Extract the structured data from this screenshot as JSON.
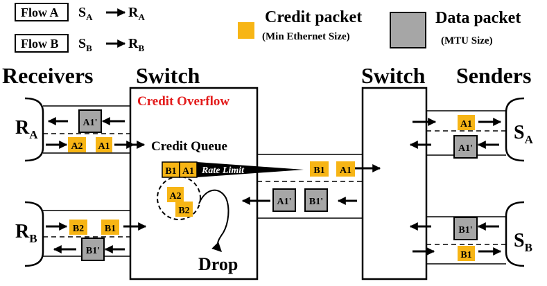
{
  "legend": {
    "flow_a": {
      "label": "Flow A",
      "src": "S",
      "src_sub": "A",
      "dst": "R",
      "dst_sub": "A"
    },
    "flow_b": {
      "label": "Flow B",
      "src": "S",
      "src_sub": "B",
      "dst": "R",
      "dst_sub": "B"
    },
    "credit": {
      "title": "Credit packet",
      "size": "(Min Ethernet Size)"
    },
    "data": {
      "title": "Data packet",
      "size": "(MTU Size)"
    }
  },
  "headings": {
    "receivers": "Receivers",
    "switch_left": "Switch",
    "switch_right": "Switch",
    "senders": "Senders"
  },
  "hosts": {
    "ra": {
      "main": "R",
      "sub": "A"
    },
    "rb": {
      "main": "R",
      "sub": "B"
    },
    "sa": {
      "main": "S",
      "sub": "A"
    },
    "sb": {
      "main": "S",
      "sub": "B"
    }
  },
  "labels": {
    "credit_overflow": "Credit Overflow",
    "credit_queue": "Credit Queue",
    "rate_limit": "Rate Limit",
    "drop": "Drop"
  },
  "packets": {
    "ra_data": "A1'",
    "ra_credit_1": "A2",
    "ra_credit_2": "A1",
    "queue_1": "B1",
    "queue_2": "A1",
    "dropped_1": "A2",
    "dropped_2": "B2",
    "mid_credit_1": "B1",
    "mid_credit_2": "A1",
    "mid_data_1": "A1'",
    "mid_data_2": "B1'",
    "rb_credit_1": "B2",
    "rb_credit_2": "B1",
    "rb_data": "B1'",
    "sa_credit": "A1",
    "sa_data": "A1'",
    "sb_data": "B1'",
    "sb_credit": "B1"
  },
  "colors": {
    "credit": "#f7b515",
    "data": "#a6a6a6",
    "overflow_text": "#e31b1b",
    "line": "#000000"
  }
}
